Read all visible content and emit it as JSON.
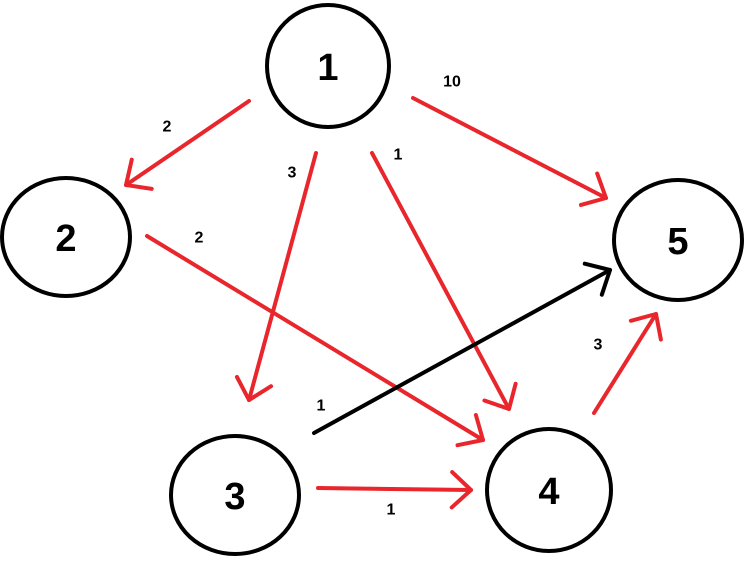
{
  "colors": {
    "background": "#ffffff",
    "node_stroke": "#000000",
    "edge_default": "#e8262c",
    "edge_highlight": "#000000"
  },
  "nodes": [
    {
      "id": "1",
      "label": "1"
    },
    {
      "id": "2",
      "label": "2"
    },
    {
      "id": "3",
      "label": "3"
    },
    {
      "id": "4",
      "label": "4"
    },
    {
      "id": "5",
      "label": "5"
    }
  ],
  "edges": [
    {
      "from": "1",
      "to": "2",
      "weight": "2",
      "color": "red"
    },
    {
      "from": "1",
      "to": "3",
      "weight": "3",
      "color": "red"
    },
    {
      "from": "1",
      "to": "4",
      "weight": "1",
      "color": "red"
    },
    {
      "from": "1",
      "to": "5",
      "weight": "10",
      "color": "red"
    },
    {
      "from": "2",
      "to": "4",
      "weight": "2",
      "color": "red"
    },
    {
      "from": "3",
      "to": "4",
      "weight": "1",
      "color": "red"
    },
    {
      "from": "3",
      "to": "5",
      "weight": "1",
      "color": "black"
    },
    {
      "from": "4",
      "to": "5",
      "weight": "3",
      "color": "red"
    }
  ]
}
